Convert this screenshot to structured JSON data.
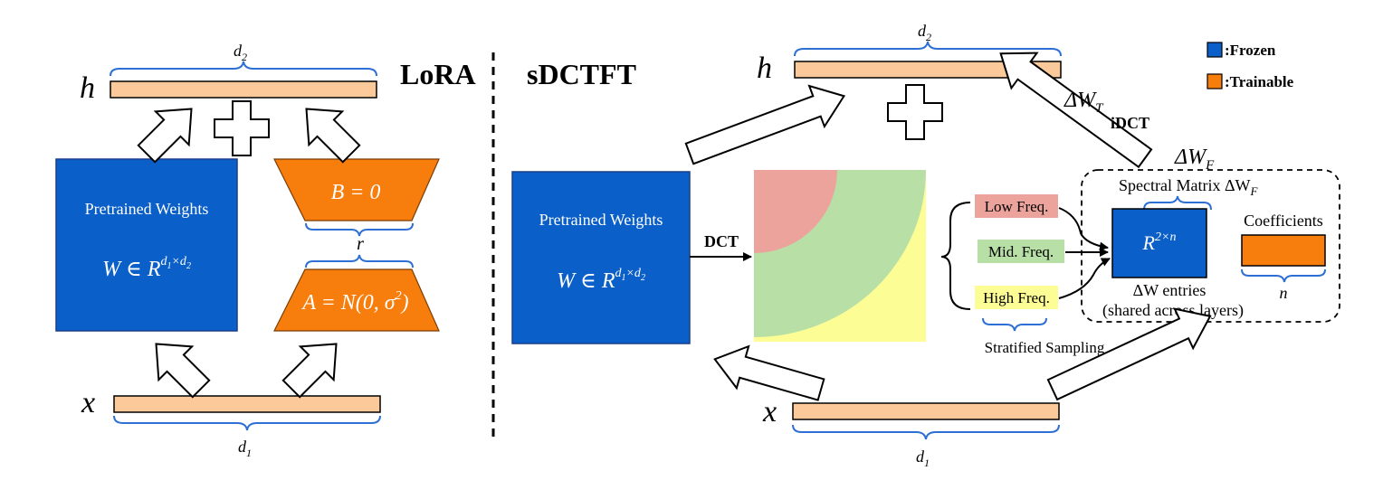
{
  "colors": {
    "frozen": "#0a5fc8",
    "frozen_border": "#1b3f8a",
    "trainable": "#f77d0c",
    "vector_fill": "#fcc99a",
    "brace": "#2d6fd4",
    "low_freq": "#eca39c",
    "mid_freq": "#b8e0a6",
    "high_freq": "#fdfd95"
  },
  "lora": {
    "title": "LoRA",
    "h_label": "h",
    "x_label": "x",
    "d2_label": "d",
    "d2_sub": "2",
    "d1_label": "d",
    "d1_sub": "1",
    "pretrained_label": "Pretrained Weights",
    "w_main": "W ∈ R",
    "w_sup_d": "d",
    "w_sup_1": "1",
    "w_sup_times": "×d",
    "w_sup_2": "2",
    "b_label": "B = 0",
    "r_label": "r",
    "a_label": "A = N(0, σ",
    "a_sup": "2",
    "a_close": ")"
  },
  "sdctft": {
    "title": "sDCTFT",
    "h_label": "h",
    "x_label": "x",
    "d2_label": "d",
    "d2_sub": "2",
    "d1_label": "d",
    "d1_sub": "1",
    "pretrained_label": "Pretrained Weights",
    "w_main": "W ∈ R",
    "w_sup_d": "d",
    "w_sup_1": "1",
    "w_sup_times": "×d",
    "w_sup_2": "2",
    "dct_label": "DCT",
    "idct_label": "iDCT",
    "delta_wt": "ΔW",
    "delta_wt_sub": "T",
    "delta_wf": "ΔW",
    "delta_wf_sub": "F",
    "spectral_matrix": "Spectral Matrix ΔW",
    "spectral_sub": "F",
    "low_freq": "Low Freq.",
    "mid_freq": "Mid. Freq.",
    "high_freq": "High Freq.",
    "stratified": "Stratified Sampling",
    "r2n_main": "R",
    "r2n_sup": "2×n",
    "entries_label": "ΔW entries",
    "shared_label": "(shared across layers)",
    "coefficients": "Coefficients",
    "n_label": "n"
  },
  "legend": {
    "frozen": ":Frozen",
    "trainable": ":Trainable"
  }
}
